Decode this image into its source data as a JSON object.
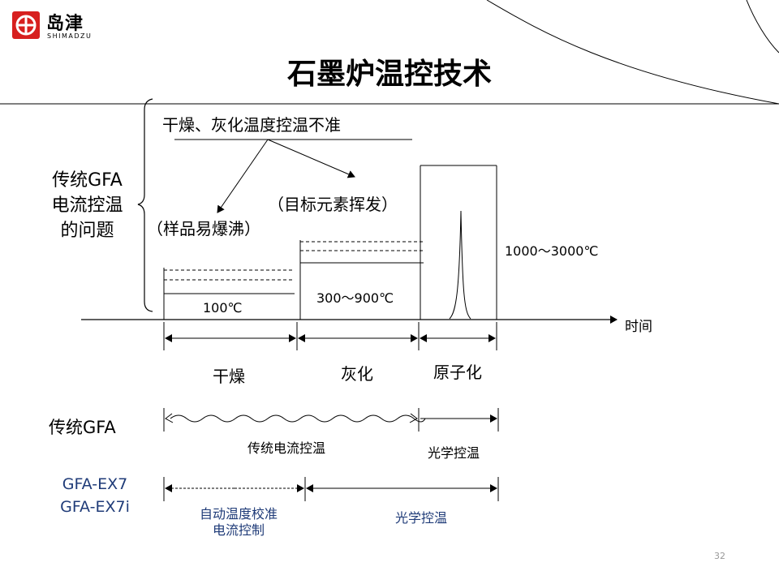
{
  "header": {
    "logo_cn": "岛津",
    "logo_en": "SHIMADZU",
    "title": "石墨炉温控技术"
  },
  "problem": {
    "heading": "干燥、灰化温度控温不准",
    "label_lines": [
      "传统GFA",
      "电流控温",
      "的问题"
    ],
    "effect_boiling": "（样品易爆沸）",
    "effect_volatile": "（目标元素挥发）"
  },
  "profile": {
    "temp_dry": "100℃",
    "temp_ash": "300～900℃",
    "temp_atomize": "1000～3000℃",
    "axis_label": "时间"
  },
  "stages": [
    "干燥",
    "灰化",
    "原子化"
  ],
  "traditional": {
    "label": "传统GFA",
    "current_control": "传统电流控温",
    "optical_control": "光学控温"
  },
  "ex7": {
    "label_lines": [
      "GFA-EX7",
      "GFA-EX7i"
    ],
    "auto_lines": [
      "自动温度校准",
      "电流控制"
    ],
    "optical_control": "光学控温"
  },
  "colors": {
    "logo_red": "#d7201f",
    "ex7_blue": "#1f3b78"
  },
  "page_number": "32"
}
